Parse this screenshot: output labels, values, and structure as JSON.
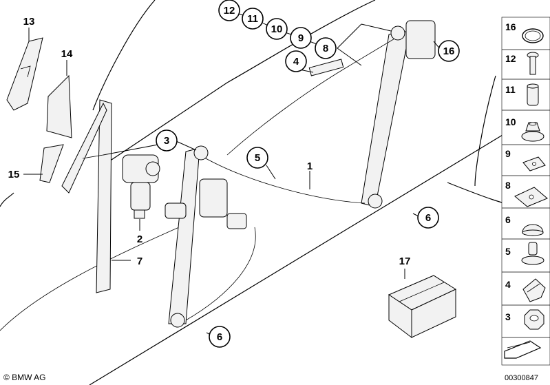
{
  "copyright": "© BMW AG",
  "document_number": "00300847",
  "callouts": [
    {
      "label": "1"
    },
    {
      "label": "2"
    },
    {
      "label": "3"
    },
    {
      "label": "4"
    },
    {
      "label": "5"
    },
    {
      "label": "6"
    },
    {
      "label": "6"
    },
    {
      "label": "7"
    },
    {
      "label": "8"
    },
    {
      "label": "9"
    },
    {
      "label": "10"
    },
    {
      "label": "11"
    },
    {
      "label": "12"
    },
    {
      "label": "13"
    },
    {
      "label": "14"
    },
    {
      "label": "15"
    },
    {
      "label": "16"
    },
    {
      "label": "17"
    }
  ],
  "parts_panel": [
    {
      "number": "16",
      "icon": "o-ring-icon"
    },
    {
      "number": "12",
      "icon": "bolt-icon"
    },
    {
      "number": "11",
      "icon": "sleeve-icon"
    },
    {
      "number": "10",
      "icon": "collar-nut-icon"
    },
    {
      "number": "9",
      "icon": "clip-plate-icon"
    },
    {
      "number": "8",
      "icon": "clip-plate-icon"
    },
    {
      "number": "6",
      "icon": "cap-icon"
    },
    {
      "number": "5",
      "icon": "expanding-rivet-icon"
    },
    {
      "number": "4",
      "icon": "spring-clip-icon"
    },
    {
      "number": "3",
      "icon": "hex-nut-icon"
    }
  ]
}
